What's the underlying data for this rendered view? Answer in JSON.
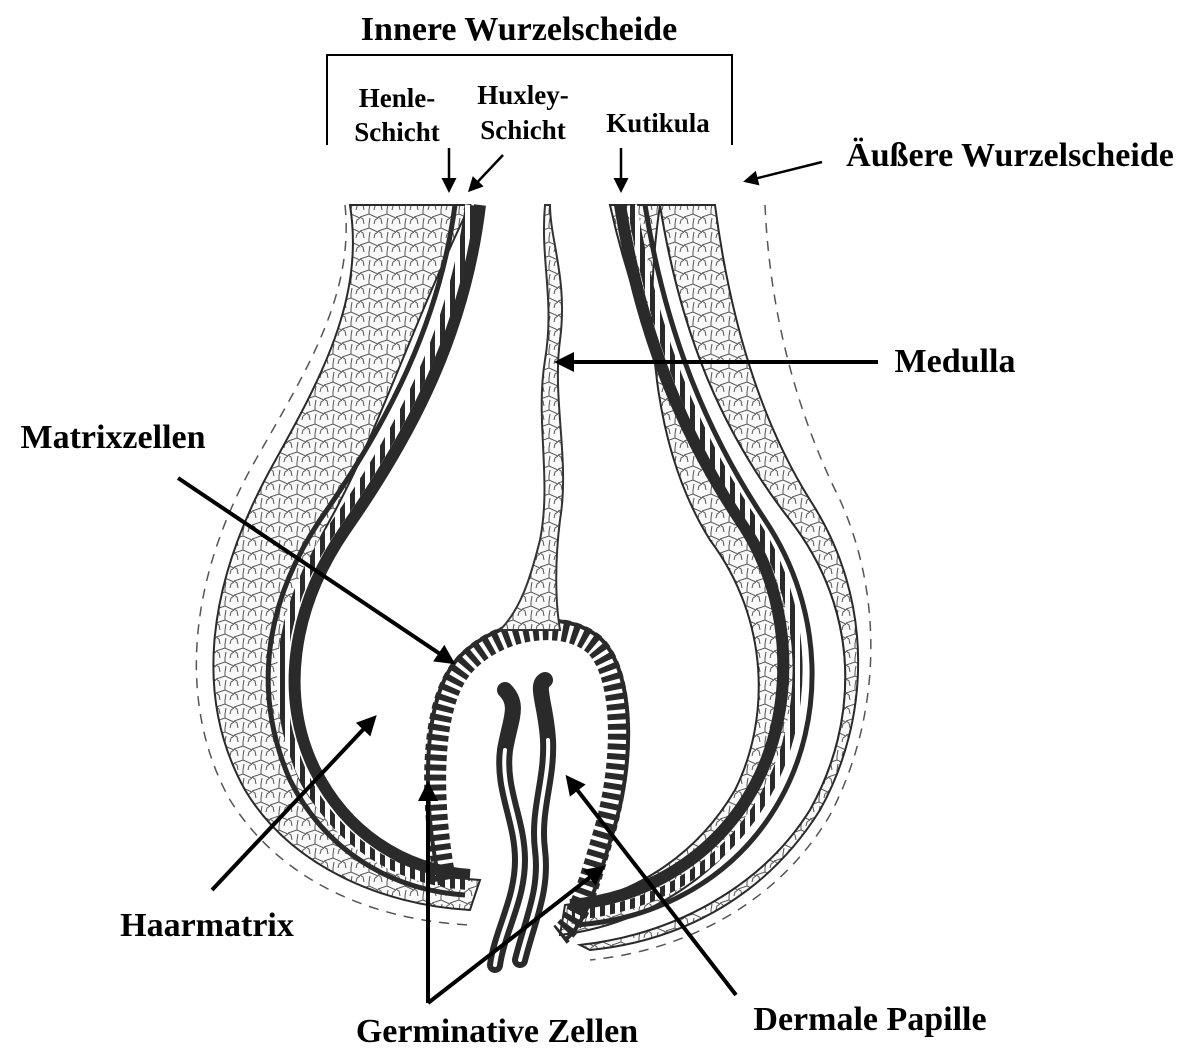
{
  "labels": {
    "inner_root_sheath": "Innere Wurzelscheide",
    "henle_line1": "Henle-",
    "henle_line2": "Schicht",
    "huxley_line1": "Huxley-",
    "huxley_line2": "Schicht",
    "cuticle": "Kutikula",
    "outer_root_sheath": "Äußere Wurzelscheide",
    "medulla": "Medulla",
    "matrix_cells": "Matrixzellen",
    "hair_matrix": "Haarmatrix",
    "germinative_cells": "Germinative Zellen",
    "dermal_papilla": "Dermale Papille"
  },
  "colors": {
    "ink": "#000000",
    "tissue_dark": "#2a2a2a",
    "tissue_light": "#f7f7f7",
    "background": "#ffffff"
  }
}
